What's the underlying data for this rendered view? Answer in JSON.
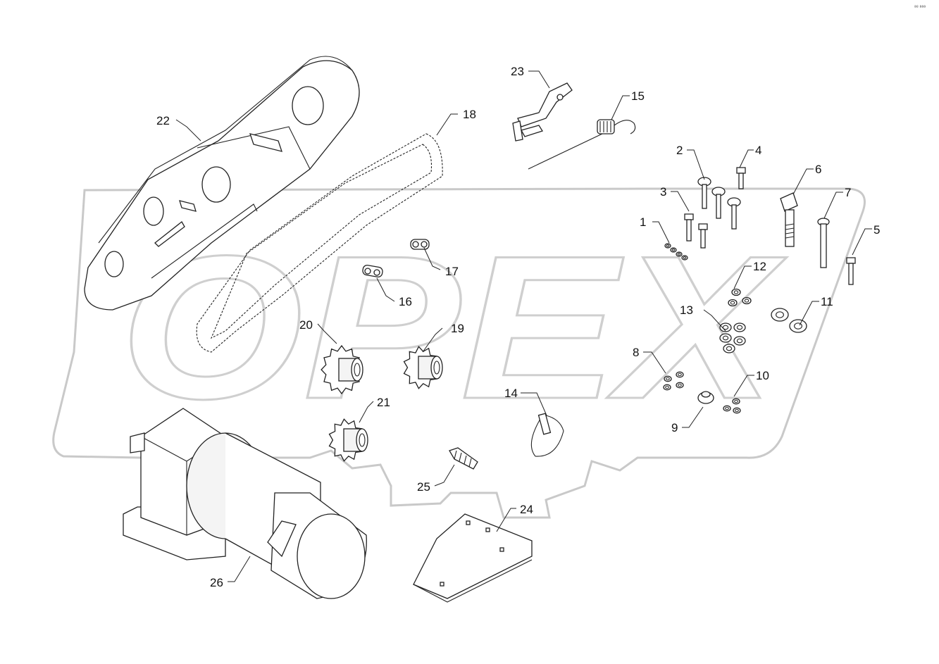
{
  "watermark": {
    "text": "OPEX"
  },
  "corner_mark": "ªº ªªª",
  "callouts": [
    {
      "id": "1",
      "label": "1"
    },
    {
      "id": "2",
      "label": "2"
    },
    {
      "id": "3",
      "label": "3"
    },
    {
      "id": "4",
      "label": "4"
    },
    {
      "id": "5",
      "label": "5"
    },
    {
      "id": "6",
      "label": "6"
    },
    {
      "id": "7",
      "label": "7"
    },
    {
      "id": "8",
      "label": "8"
    },
    {
      "id": "9",
      "label": "9"
    },
    {
      "id": "10",
      "label": "10"
    },
    {
      "id": "11",
      "label": "11"
    },
    {
      "id": "12",
      "label": "12"
    },
    {
      "id": "13",
      "label": "13"
    },
    {
      "id": "14",
      "label": "14"
    },
    {
      "id": "15",
      "label": "15"
    },
    {
      "id": "16",
      "label": "16"
    },
    {
      "id": "17",
      "label": "17"
    },
    {
      "id": "18",
      "label": "18"
    },
    {
      "id": "19",
      "label": "19"
    },
    {
      "id": "20",
      "label": "20"
    },
    {
      "id": "21",
      "label": "21"
    },
    {
      "id": "22",
      "label": "22"
    },
    {
      "id": "23",
      "label": "23"
    },
    {
      "id": "24",
      "label": "24"
    },
    {
      "id": "25",
      "label": "25"
    },
    {
      "id": "26",
      "label": "26"
    }
  ],
  "parts": [
    {
      "callout": "22",
      "icon": "chain-guard-cover-icon"
    },
    {
      "callout": "18",
      "icon": "roller-chain-icon"
    },
    {
      "callout": "23",
      "icon": "bracket-icon"
    },
    {
      "callout": "15",
      "icon": "torsion-spring-icon"
    },
    {
      "callout": "17",
      "icon": "chain-link-icon"
    },
    {
      "callout": "16",
      "icon": "chain-link-icon"
    },
    {
      "callout": "20",
      "icon": "sprocket-icon"
    },
    {
      "callout": "19",
      "icon": "sprocket-icon"
    },
    {
      "callout": "21",
      "icon": "sprocket-icon"
    },
    {
      "callout": "25",
      "icon": "grease-nipple-icon"
    },
    {
      "callout": "14",
      "icon": "lynch-pin-icon"
    },
    {
      "callout": "24",
      "icon": "plate-icon"
    },
    {
      "callout": "26",
      "icon": "gear-motor-icon"
    },
    {
      "callout": "1",
      "icon": "nut-icon"
    },
    {
      "callout": "2",
      "icon": "carriage-bolt-icon"
    },
    {
      "callout": "3",
      "icon": "bolt-icon"
    },
    {
      "callout": "4",
      "icon": "bolt-icon"
    },
    {
      "callout": "5",
      "icon": "bolt-icon"
    },
    {
      "callout": "6",
      "icon": "hex-bolt-icon"
    },
    {
      "callout": "7",
      "icon": "long-bolt-icon"
    },
    {
      "callout": "8",
      "icon": "nut-icon"
    },
    {
      "callout": "9",
      "icon": "lock-nut-icon"
    },
    {
      "callout": "10",
      "icon": "nut-icon"
    },
    {
      "callout": "11",
      "icon": "washer-icon"
    },
    {
      "callout": "12",
      "icon": "washer-icon"
    },
    {
      "callout": "13",
      "icon": "washer-icon"
    }
  ]
}
